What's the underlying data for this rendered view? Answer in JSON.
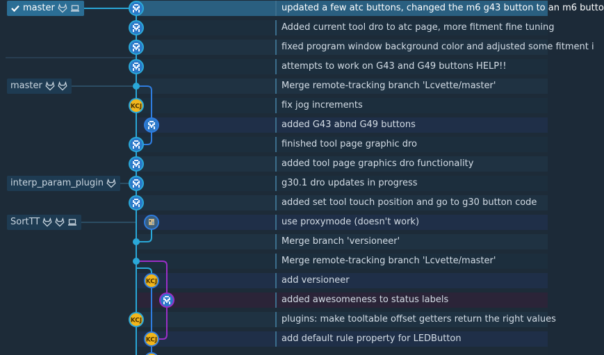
{
  "colors": {
    "lane_main": "#2aa8d8",
    "lane_second": "#2f7de0",
    "lane_purple": "#9b2fc8",
    "avatar_bg": "#2a78c8",
    "avatar_yellow": "#f2b61c"
  },
  "branches": [
    {
      "label": "master",
      "row": 0,
      "current": true,
      "icons": [
        "check-icon",
        "gitlab-icon",
        "laptop-icon"
      ]
    },
    {
      "label": "master",
      "row": 4,
      "current": false,
      "icons": [
        "gitlab-icon",
        "gitlab-icon"
      ]
    },
    {
      "label": "interp_param_plugin",
      "row": 9,
      "current": false,
      "icons": [
        "gitlab-icon"
      ]
    },
    {
      "label": "SortTT",
      "row": 11,
      "current": false,
      "icons": [
        "gitlab-icon",
        "gitlab-icon",
        "laptop-icon"
      ]
    }
  ],
  "commits": [
    {
      "message": "updated a few atc buttons, changed the m6 g43 button to an m6 butto",
      "avatar": "pixel-avatar-icon"
    },
    {
      "message": "Added current tool dro to atc page, more fitment fine tuning",
      "avatar": "pixel-avatar-icon"
    },
    {
      "message": "fixed program window background color and adjusted some fitment i",
      "avatar": "pixel-avatar-icon"
    },
    {
      "message": "attempts to work on G43 and G49 buttons HELP!!",
      "avatar": "pixel-avatar-icon"
    },
    {
      "message": "Merge remote-tracking branch 'Lcvette/master'",
      "avatar": "merge-dot"
    },
    {
      "message": "fix jog increments",
      "avatar": "kcj-avatar-icon"
    },
    {
      "message": "added G43 abnd G49 buttons",
      "avatar": "pixel-avatar-icon"
    },
    {
      "message": "finished tool page graphic dro",
      "avatar": "pixel-avatar-icon"
    },
    {
      "message": "added tool page graphics dro functionality",
      "avatar": "pixel-avatar-icon"
    },
    {
      "message": "g30.1 dro updates in progress",
      "avatar": "pixel-avatar-icon"
    },
    {
      "message": "added set tool touch position and go to g30 button code",
      "avatar": "pixel-avatar-icon"
    },
    {
      "message": "use proxymode (doesn't work)",
      "avatar": "photo-avatar-icon"
    },
    {
      "message": "Merge branch 'versioneer'",
      "avatar": "merge-dot"
    },
    {
      "message": "Merge remote-tracking branch 'Lcvette/master'",
      "avatar": "merge-dot"
    },
    {
      "message": "add versioneer",
      "avatar": "kcj-avatar-icon"
    },
    {
      "message": "added awesomeness to status labels",
      "avatar": "pixel-avatar-icon"
    },
    {
      "message": "plugins: make tooltable offset getters return the right values",
      "avatar": "kcj-avatar-icon"
    },
    {
      "message": "add default rule property for LEDButton",
      "avatar": "kcj-avatar-icon"
    }
  ],
  "avatar_text": {
    "kcj": "KCJ"
  }
}
